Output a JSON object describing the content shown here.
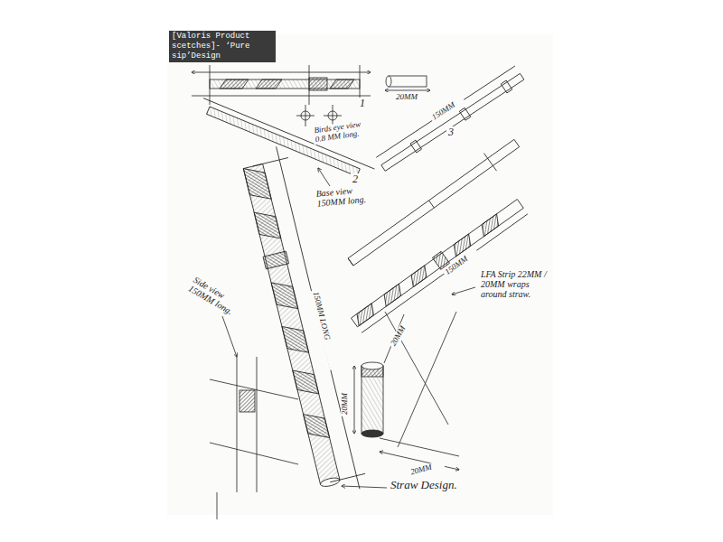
{
  "diagram": {
    "title": "[Valoris Product scetches]- ‘Pure sip’Design",
    "labels": [
      "1",
      "20MM",
      "Birds eye view 0.8 MM long.",
      "150MM",
      "3",
      "2",
      "Base view 150MM long.",
      "Side view 150MM long.",
      "150MM LONG",
      "150MM",
      "LFA Strip 22MM / 20MM wraps around straw.",
      "20MM",
      "20MM",
      "20MM",
      "Straw Design."
    ]
  }
}
